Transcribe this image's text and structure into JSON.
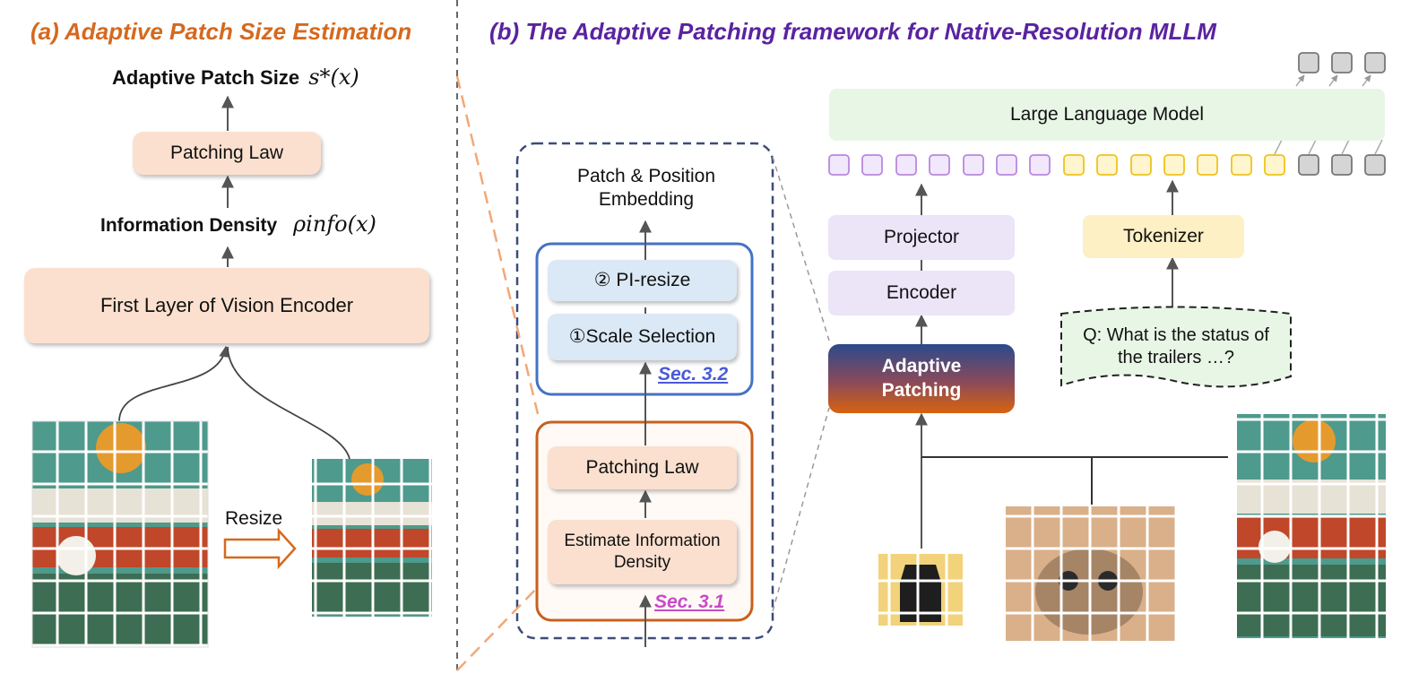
{
  "panel_a": {
    "title": "(a) Adaptive Patch Size Estimation",
    "output_label": "Adaptive Patch Size",
    "output_symbol": "s*(x)",
    "patching_law": "Patching Law",
    "info_density_label": "Information Density",
    "info_density_symbol": "ρinfo(x)",
    "first_layer": "First Layer of Vision Encoder",
    "resize_label": "Resize"
  },
  "panel_b": {
    "title": "(b) The Adaptive Patching framework for Native-Resolution MLLM",
    "embedding": "Patch & Position Embedding",
    "pi_resize": "② PI-resize",
    "scale_selection": "①Scale Selection",
    "sec32": "Sec. 3.2",
    "patching_law": "Patching Law",
    "estimate_density": "Estimate Information Density",
    "sec31": "Sec. 3.1",
    "llm": "Large Language Model",
    "projector": "Projector",
    "encoder": "Encoder",
    "adaptive_patching": "Adaptive Patching",
    "tokenizer": "Tokenizer",
    "question": "Q: What is the status of the trailers …?"
  },
  "colors": {
    "orange_title": "#d5691e",
    "purple_title": "#5a23a0",
    "dashed_border": "#3c4c7a",
    "blue_border": "#4472c4",
    "orange_border": "#c8601e",
    "peach": "#fbe0cf",
    "lavender": "#ece4f7",
    "yellow": "#fcf0c4",
    "green": "#e8f6e6"
  }
}
